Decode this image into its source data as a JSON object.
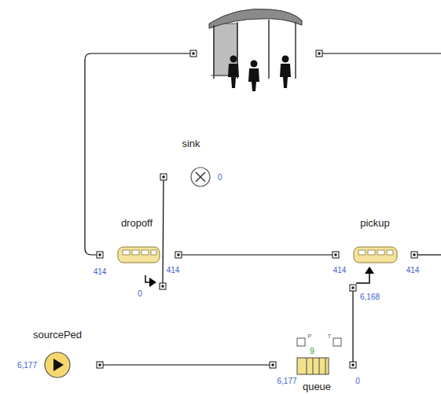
{
  "diagram": {
    "nodes": [
      {
        "text": [
          "sink",
          "0"
        ]
      },
      {
        "text": [
          "dropoff",
          "414",
          "414",
          "0"
        ]
      },
      {
        "text": [
          "pickup",
          "414",
          "414",
          "6,168"
        ]
      },
      {
        "text": [
          "sourcePed",
          "6,177"
        ]
      },
      {
        "text": [
          "queue",
          "9",
          "P",
          "T",
          "6,177",
          "0"
        ]
      }
    ],
    "edges": [
      {
        "from": 1,
        "to": 0,
        "arrow": "none"
      },
      {
        "from": 1,
        "to": 2,
        "arrow": "none"
      },
      {
        "from": 3,
        "to": 4,
        "arrow": "none"
      },
      {
        "from": 4,
        "to": 2,
        "arrow": "none"
      }
    ]
  }
}
